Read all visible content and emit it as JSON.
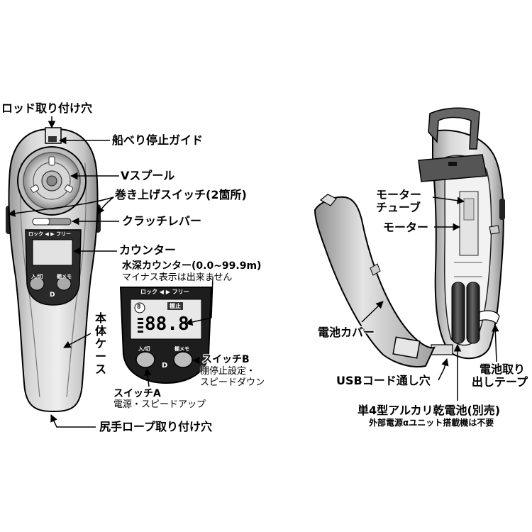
{
  "labels": {
    "rod_mount_hole": "ロッド取り付け穴",
    "gunwale_stop_guide": "船べり停止ガイド",
    "v_spool": "Vスプール",
    "winding_switch": "巻き上げスイッチ(2箇所)",
    "clutch_lever": "クラッチレバー",
    "counter": "カウンター",
    "body_case": "本体ケース",
    "butt_rope_hole": "尻手ロープ取り付け穴",
    "motor_tube_line1": "モーター",
    "motor_tube_line2": "チューブ",
    "motor": "モーター",
    "battery_cover": "電池カバー",
    "usb_cord_hole": "USBコード通し穴",
    "battery_tape_line1": "電池取り",
    "battery_tape_line2": "出しテープ",
    "aa_battery": "単4型アルカリ乾電池(別売)",
    "external_power_note": "外部電源αユニット搭載機は不要"
  },
  "counter_detail": {
    "title": "水深カウンター(0.0~99.9m)",
    "note": "マイナス表示は出来ません",
    "panel_header": "ロック ◀ ▶ フリー",
    "lcd_left_icon": "8",
    "lcd_tag": "棚止",
    "lcd_value": "88.8",
    "button_a_label": "入/切",
    "button_b_label": "棚メモ",
    "brand_logo": "D",
    "switch_a_title": "スイッチA",
    "switch_a_desc": "電源・スピードアップ",
    "switch_b_title": "スイッチB",
    "switch_b_desc_line1": "棚停止設定・",
    "switch_b_desc_line2": "スピードダウン"
  },
  "device_front": {
    "panel_header": "ロック ◀ ▶ フリー",
    "button_a_label": "入/切",
    "button_b_label": "棚メモ",
    "brand_logo": "D"
  }
}
